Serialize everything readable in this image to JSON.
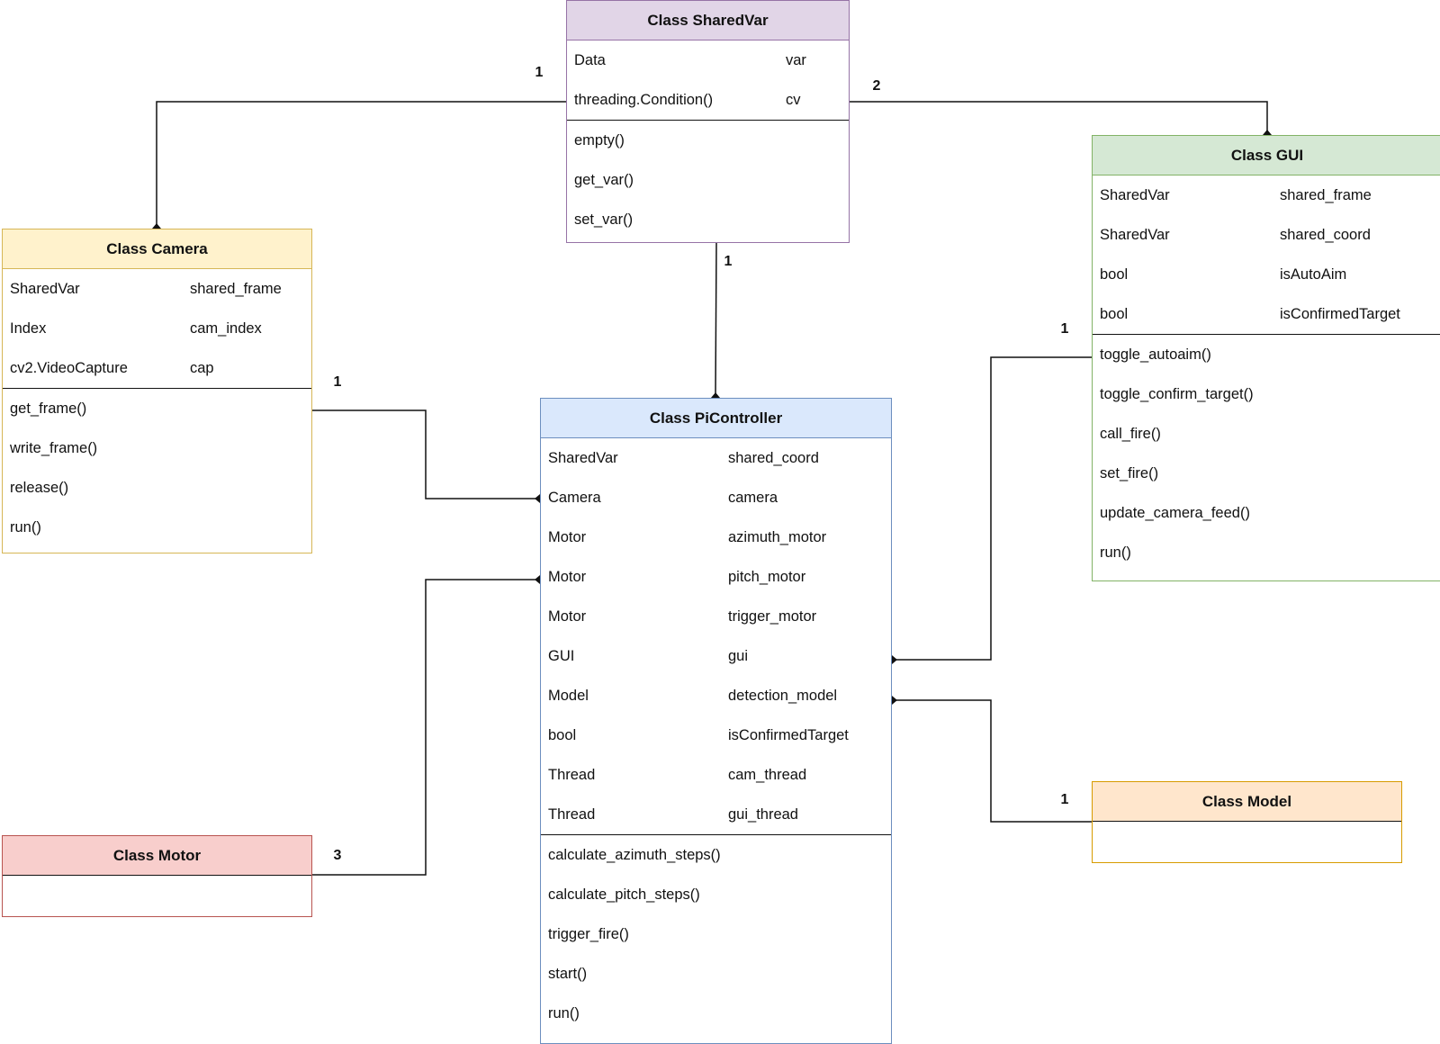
{
  "colors": {
    "line": "#111111",
    "sharedvar_fill": "#e1d5e7",
    "sharedvar_border": "#9673a6",
    "camera_fill": "#fff2cc",
    "camera_border": "#d6b656",
    "gui_fill": "#d5e8d4",
    "gui_border": "#82b366",
    "picontroller_fill": "#dae8fc",
    "picontroller_border": "#6c8ebf",
    "motor_fill": "#f8cecc",
    "motor_border": "#b85450",
    "model_fill": "#ffe6cc",
    "model_border": "#d79b00"
  },
  "classes": {
    "sharedvar": {
      "title": "Class SharedVar",
      "attributes": [
        {
          "type": "Data",
          "name": "var"
        },
        {
          "type": "threading.Condition()",
          "name": "cv"
        }
      ],
      "methods": [
        "empty()",
        "get_var()",
        "set_var()"
      ]
    },
    "camera": {
      "title": "Class Camera",
      "attributes": [
        {
          "type": "SharedVar",
          "name": "shared_frame"
        },
        {
          "type": "Index",
          "name": "cam_index"
        },
        {
          "type": "cv2.VideoCapture",
          "name": "cap"
        }
      ],
      "methods": [
        "get_frame()",
        "write_frame()",
        "release()",
        "run()"
      ]
    },
    "gui": {
      "title": "Class GUI",
      "attributes": [
        {
          "type": "SharedVar",
          "name": "shared_frame"
        },
        {
          "type": "SharedVar",
          "name": "shared_coord"
        },
        {
          "type": "bool",
          "name": "isAutoAim"
        },
        {
          "type": "bool",
          "name": "isConfirmedTarget"
        }
      ],
      "methods": [
        "toggle_autoaim()",
        "toggle_confirm_target()",
        "call_fire()",
        "set_fire()",
        "update_camera_feed()",
        "run()"
      ]
    },
    "picontroller": {
      "title": "Class PiController",
      "attributes": [
        {
          "type": "SharedVar",
          "name": "shared_coord"
        },
        {
          "type": "Camera",
          "name": "camera"
        },
        {
          "type": "Motor",
          "name": "azimuth_motor"
        },
        {
          "type": "Motor",
          "name": "pitch_motor"
        },
        {
          "type": "Motor",
          "name": "trigger_motor"
        },
        {
          "type": "GUI",
          "name": "gui"
        },
        {
          "type": "Model",
          "name": "detection_model"
        },
        {
          "type": "bool",
          "name": "isConfirmedTarget"
        },
        {
          "type": "Thread",
          "name": "cam_thread"
        },
        {
          "type": "Thread",
          "name": "gui_thread"
        }
      ],
      "methods": [
        "calculate_azimuth_steps()",
        "calculate_pitch_steps()",
        "trigger_fire()",
        "start()",
        "run()"
      ]
    },
    "motor": {
      "title": "Class Motor",
      "attributes": [],
      "methods": []
    },
    "model": {
      "title": "Class Model",
      "attributes": [],
      "methods": []
    }
  },
  "multiplicities": {
    "sharedvar_camera": "1",
    "sharedvar_gui": "2",
    "sharedvar_picontroller": "1",
    "camera_picontroller": "1",
    "gui_picontroller": "1",
    "motor_picontroller": "3",
    "model_picontroller": "1"
  }
}
